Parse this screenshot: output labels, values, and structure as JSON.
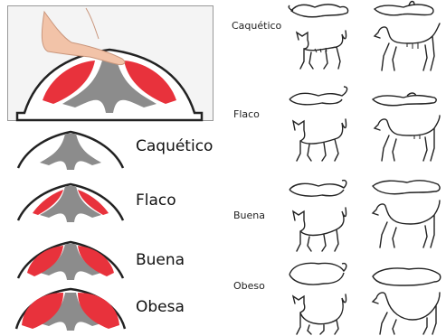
{
  "left_panel": {
    "labels": [
      "Caquético",
      "Flaco",
      "Buena",
      "Obesa"
    ]
  },
  "right_panel": {
    "labels": [
      "Caquético",
      "Flaco",
      "Buena",
      "Obeso"
    ]
  },
  "colors": {
    "muscle": "#e8323c",
    "bone": "#8c8c8c",
    "outline": "#222222",
    "hand": "#f2c3a8",
    "box_border": "#999999"
  }
}
